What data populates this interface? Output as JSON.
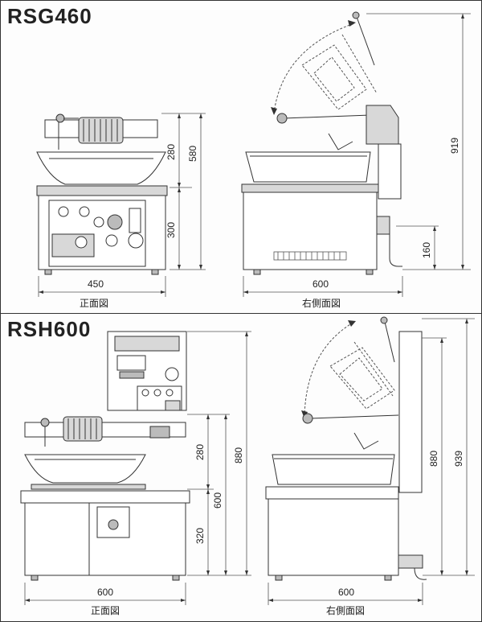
{
  "panels": [
    {
      "model": "RSG460",
      "front_caption": "正面図",
      "side_caption": "右側面図",
      "dims": {
        "front_width": "450",
        "front_upper": "280",
        "front_lower": "300",
        "front_total": "580",
        "side_width": "600",
        "side_total": "919",
        "side_outlet": "160"
      }
    },
    {
      "model": "RSH600",
      "front_caption": "正面図",
      "side_caption": "右側面図",
      "dims": {
        "front_width": "600",
        "front_upper": "280",
        "front_lower": "320",
        "front_total_mid": "600",
        "front_total": "880",
        "side_width": "600",
        "side_inner": "880",
        "side_total": "939"
      }
    }
  ]
}
